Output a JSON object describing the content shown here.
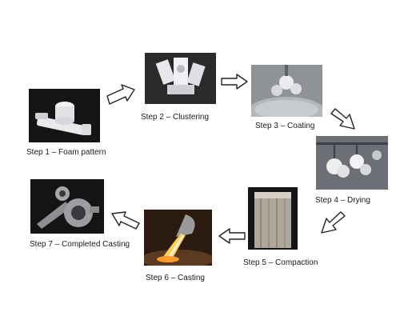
{
  "steps": [
    {
      "caption": "Step 1 – Foam pattern"
    },
    {
      "caption": "Step 2 – Clustering"
    },
    {
      "caption": "Step 3 – Coating"
    },
    {
      "caption": "Step 4 – Drying"
    },
    {
      "caption": "Step 5 – Compaction"
    },
    {
      "caption": "Step 6 – Casting"
    },
    {
      "caption": "Step 7 – Completed Casting"
    }
  ]
}
